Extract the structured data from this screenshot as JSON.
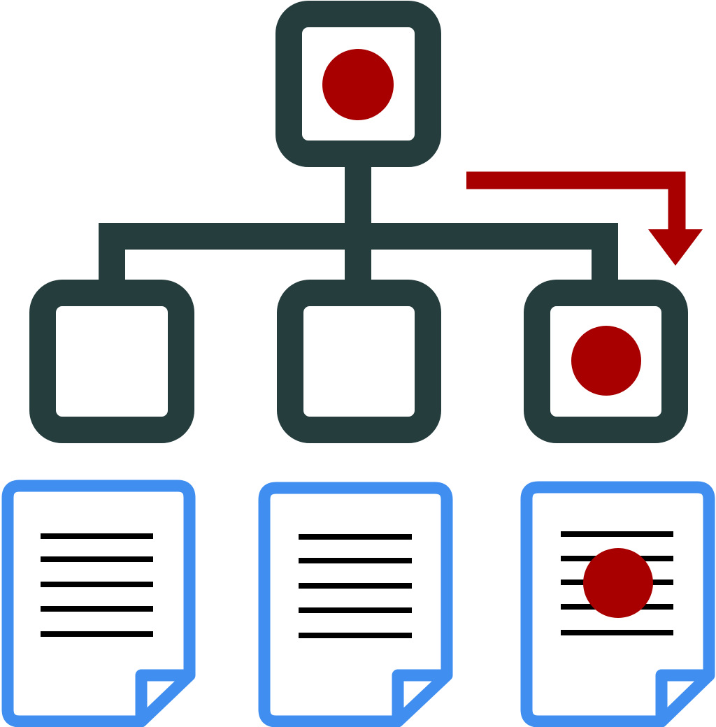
{
  "diagram": {
    "type": "hierarchy-with-documents",
    "colors": {
      "node_stroke": "#263d3e",
      "accent": "#a80000",
      "document_stroke": "#3f8ef0",
      "document_lines": "#000000",
      "background": "#ffffff"
    },
    "root": {
      "icon": "square-node-icon",
      "marked": true
    },
    "children": [
      {
        "icon": "square-node-icon",
        "marked": false
      },
      {
        "icon": "square-node-icon",
        "marked": false
      },
      {
        "icon": "square-node-icon",
        "marked": true
      }
    ],
    "documents": [
      {
        "icon": "document-icon",
        "text_lines": 5,
        "marked": false
      },
      {
        "icon": "document-icon",
        "text_lines": 5,
        "marked": false
      },
      {
        "icon": "document-icon",
        "text_lines": 5,
        "marked": true
      }
    ],
    "arrow": {
      "icon": "bent-arrow-down-icon",
      "from": "root",
      "to": "child-3"
    }
  }
}
